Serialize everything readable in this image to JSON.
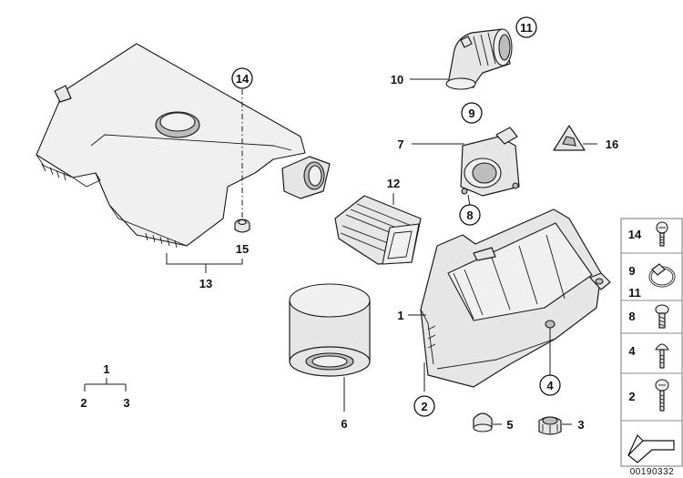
{
  "callouts": {
    "c1_main": "1",
    "c1_legend": "1",
    "c2_legend": "2",
    "c3_legend": "3",
    "c2_circle": "2",
    "c3_grommet": "3",
    "c4_circle": "4",
    "c5_cap": "5",
    "c6_filter": "6",
    "c7_sensor": "7",
    "c8_circle": "8",
    "c9_circle": "9",
    "c10_elbow": "10",
    "c11_circle": "11",
    "c12_duct": "12",
    "c13_cover": "13",
    "c14_circle": "14",
    "c15_grommet": "15",
    "c16_label": "16"
  },
  "side_panel": {
    "rows": [
      {
        "label": "14",
        "icon": "screw-icon"
      },
      {
        "label": "9",
        "icon": "hose-clamp-icon"
      },
      {
        "label": "11",
        "icon": "hose-clamp-icon"
      },
      {
        "label": "8",
        "icon": "screw-icon"
      },
      {
        "label": "4",
        "icon": "screw-icon"
      },
      {
        "label": "2",
        "icon": "screw-icon"
      }
    ]
  },
  "document_number": "00190332"
}
